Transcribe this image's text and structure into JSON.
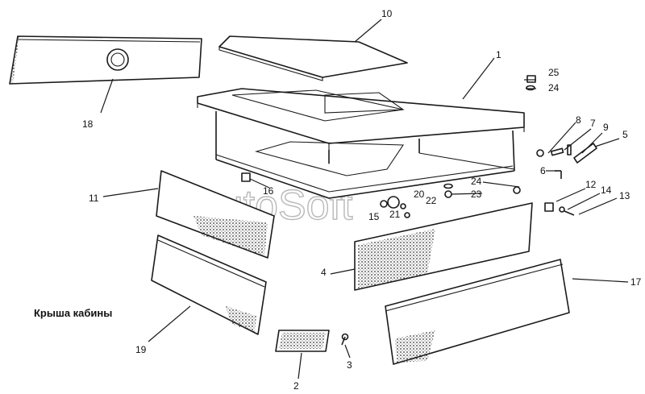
{
  "caption": "Крыша кабины",
  "watermark": "AutoSoft",
  "callouts": {
    "n1": "1",
    "n2": "2",
    "n3": "3",
    "n4": "4",
    "n5": "5",
    "n6": "6",
    "n7": "7",
    "n8": "8",
    "n9": "9",
    "n10": "10",
    "n11": "11",
    "n12": "12",
    "n13": "13",
    "n14": "14",
    "n15": "15",
    "n16": "16",
    "n17": "17",
    "n18": "18",
    "n19": "19",
    "n20": "20",
    "n21": "21",
    "n22": "22",
    "n23": "23",
    "n24a": "24",
    "n24b": "24",
    "n25": "25"
  }
}
